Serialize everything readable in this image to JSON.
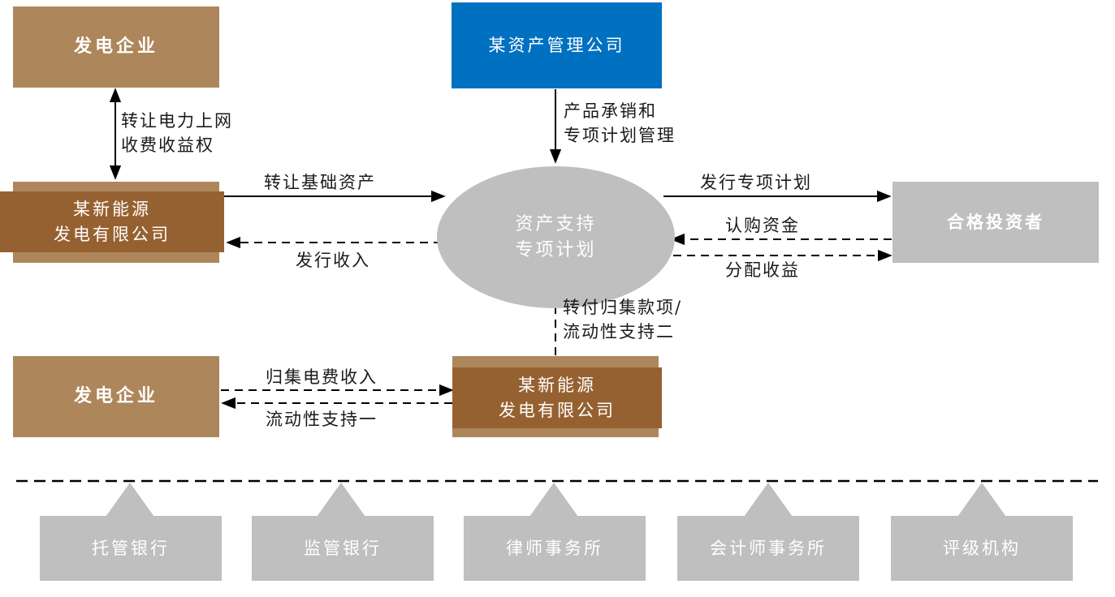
{
  "nodes": {
    "power_company_top": "发电企业",
    "asset_manager": "某资产管理公司",
    "new_energy_top_line1": "某新能源",
    "new_energy_top_line2": "发电有限公司",
    "abs_plan_line1": "资产支持",
    "abs_plan_line2": "专项计划",
    "qualified_investors": "合格投资者",
    "power_company_bottom": "发电企业",
    "new_energy_bottom_line1": "某新能源",
    "new_energy_bottom_line2": "发电有限公司"
  },
  "edges": {
    "transfer_rights_line1": "转让电力上网",
    "transfer_rights_line2": "收费收益权",
    "underwriting_line1": "产品承销和",
    "underwriting_line2": "专项计划管理",
    "transfer_assets": "转让基础资产",
    "issue_income": "发行收入",
    "issue_plan": "发行专项计划",
    "subscription_funds": "认购资金",
    "distribute_returns": "分配收益",
    "remit_line1": "转付归集款项/",
    "remit_line2": "流动性支持二",
    "collect_fees": "归集电费收入",
    "liquidity_one": "流动性支持一"
  },
  "service_providers": [
    {
      "label": "托管银行"
    },
    {
      "label": "监管银行"
    },
    {
      "label": "律师事务所"
    },
    {
      "label": "会计师事务所"
    },
    {
      "label": "评级机构"
    }
  ],
  "colors": {
    "tan": "#ad875b",
    "brown": "#966131",
    "blue": "#0070c0",
    "gray": "#bfbfbf"
  }
}
